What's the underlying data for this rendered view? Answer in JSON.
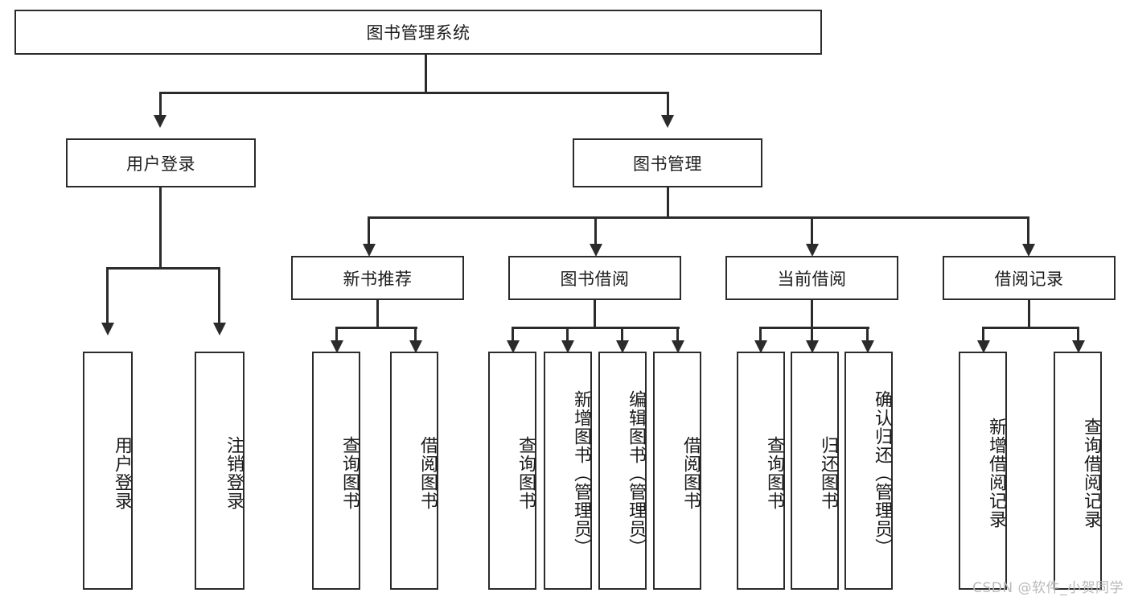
{
  "diagram": {
    "type": "tree-hierarchy-chart",
    "title": "图书管理系统",
    "root": {
      "label": "图书管理系统"
    },
    "level2": [
      {
        "id": "user-login",
        "label": "用户登录"
      },
      {
        "id": "book-manage",
        "label": "图书管理"
      }
    ],
    "level3": [
      {
        "id": "new-book-recommend",
        "label": "新书推荐"
      },
      {
        "id": "book-borrow",
        "label": "图书借阅"
      },
      {
        "id": "current-borrow",
        "label": "当前借阅"
      },
      {
        "id": "borrow-record",
        "label": "借阅记录"
      }
    ],
    "leaves": {
      "user_login": [
        {
          "id": "leaf-user-login",
          "label": "用户登录"
        },
        {
          "id": "leaf-logout-login",
          "label": "注销登录"
        }
      ],
      "new_book_recommend": [
        {
          "id": "leaf-query-book-1",
          "label": "查询图书"
        },
        {
          "id": "leaf-borrow-book-1",
          "label": "借阅图书"
        }
      ],
      "book_borrow": [
        {
          "id": "leaf-query-book-2",
          "label": "查询图书"
        },
        {
          "id": "leaf-add-book",
          "label": "新增图书（管理员）"
        },
        {
          "id": "leaf-edit-book",
          "label": "编辑图书（管理员）"
        },
        {
          "id": "leaf-borrow-book-2",
          "label": "借阅图书"
        }
      ],
      "current_borrow": [
        {
          "id": "leaf-query-book-3",
          "label": "查询图书"
        },
        {
          "id": "leaf-return-book",
          "label": "归还图书"
        },
        {
          "id": "leaf-confirm-return",
          "label": "确认归还（管理员）"
        }
      ],
      "borrow_record": [
        {
          "id": "leaf-add-record",
          "label": "新增借阅记录"
        },
        {
          "id": "leaf-query-record",
          "label": "查询借阅记录"
        }
      ]
    },
    "colors": {
      "stroke": "#2b2b2b",
      "fill": "#ffffff",
      "text": "#1b1b1b",
      "watermark": "#b9b9b9"
    }
  },
  "watermark": {
    "text": "CSDN @软件_小贺同学"
  }
}
